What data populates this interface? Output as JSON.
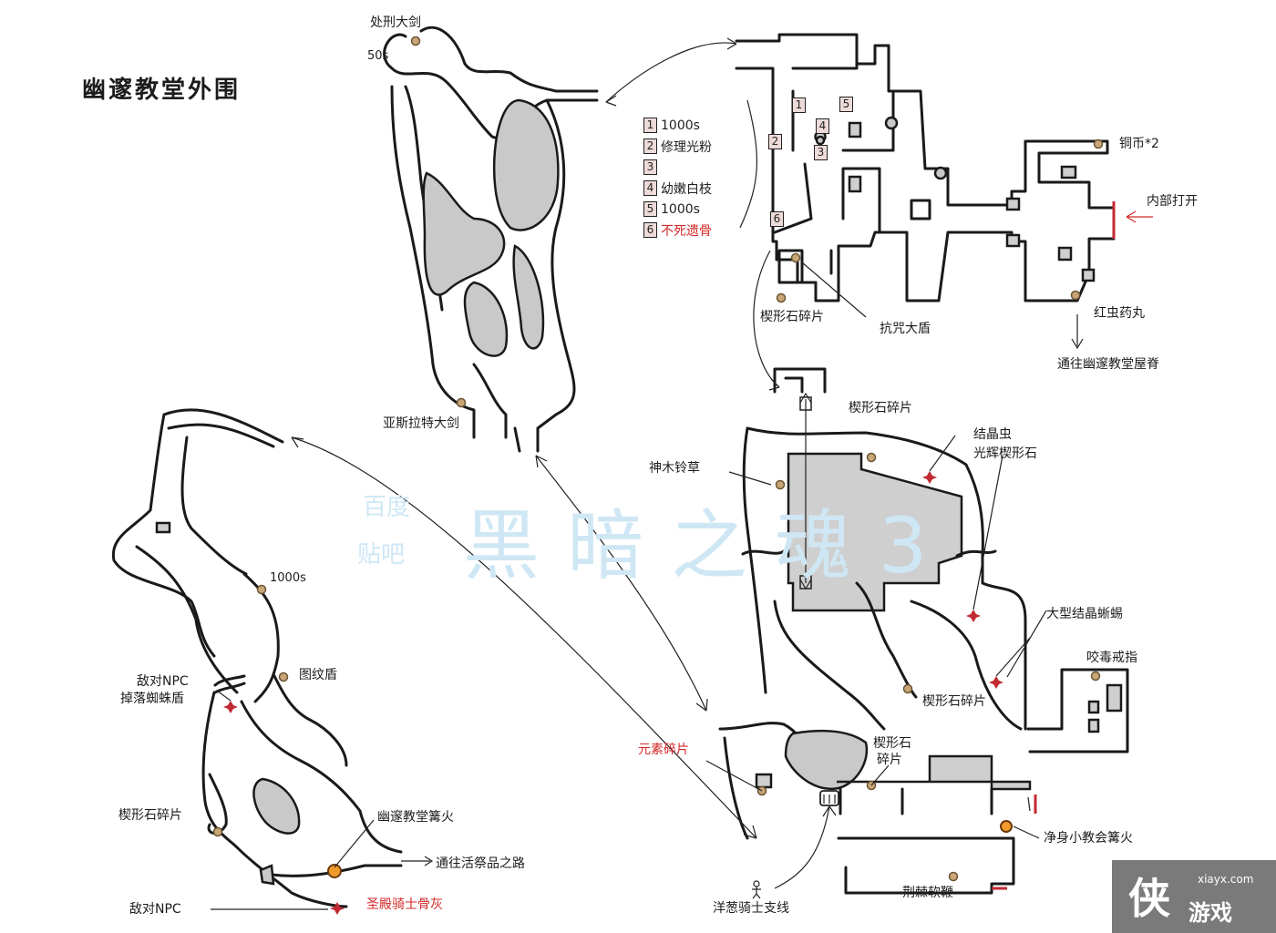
{
  "title": "幽邃教堂外围",
  "watermark": {
    "small_top": "百度",
    "small_bottom": "贴吧",
    "big": "黑暗之魂3"
  },
  "legend": [
    {
      "num": "1",
      "text": "1000s",
      "color": "#1c1c1c"
    },
    {
      "num": "2",
      "text": "修理光粉",
      "color": "#1c1c1c"
    },
    {
      "num": "3",
      "text": "",
      "color": "#1c1c1c"
    },
    {
      "num": "4",
      "text": "幼嫩白枝",
      "color": "#1c1c1c"
    },
    {
      "num": "5",
      "text": "1000s",
      "color": "#1c1c1c"
    },
    {
      "num": "6",
      "text": "不死遗骨",
      "color": "#d32828"
    }
  ],
  "labels": {
    "execution_greatsword": "处刑大剑",
    "souls_50": "50s",
    "astora_greatsword": "亚斯拉特大剑",
    "copper_coin": "铜币*2",
    "inner_open": "内部打开",
    "red_bug_pellet": "红虫药丸",
    "to_rooftop": "通往幽邃教堂屋脊",
    "titanite_shard_1": "楔形石碎片",
    "curse_ward_shield": "抗咒大盾",
    "titanite_shard_2": "楔形石碎片",
    "crystal_lizard": "结晶虫",
    "twinkling_titanite": "光辉楔形石",
    "divine_blessing_grass": "神木铃草",
    "large_crystal_lizard": "大型结晶蜥蜴",
    "poisonbite_ring": "咬毒戒指",
    "titanite_shard_3": "楔形石碎片",
    "element_shard": "元素碎片",
    "titanite_shard_4a": "楔形石",
    "titanite_shard_4b": "碎片",
    "cleansing_chapel_bonfire": "净身小教会篝火",
    "thorn_whip": "荆棘软鞭",
    "onion_knight_quest": "洋葱骑士支线",
    "souls_1000": "1000s",
    "hostile_npc_spider_1": "敌对NPC",
    "hostile_npc_spider_2": "掉落蜘蛛盾",
    "crest_shield": "图纹盾",
    "titanite_shard_5": "楔形石碎片",
    "deacons_bonfire": "幽邃教堂篝火",
    "to_sacrifice_road": "通往活祭品之路",
    "hostile_npc": "敌对NPC",
    "paladin_ashes": "圣殿骑士骨灰"
  },
  "colors": {
    "item": "#c8a678",
    "bonfire": "#f29b2b",
    "enemy": "#c22a33",
    "rock": "#c9c9c9",
    "gate": "#c22a33"
  },
  "icons": [
    "item-dot",
    "bonfire-dot",
    "enemy-star-icon",
    "ladder-icon",
    "well-icon",
    "npc-figure-icon",
    "arrow-icon"
  ],
  "logo": {
    "glyph": "侠",
    "word": "游戏",
    "url": "xiayx.com"
  }
}
